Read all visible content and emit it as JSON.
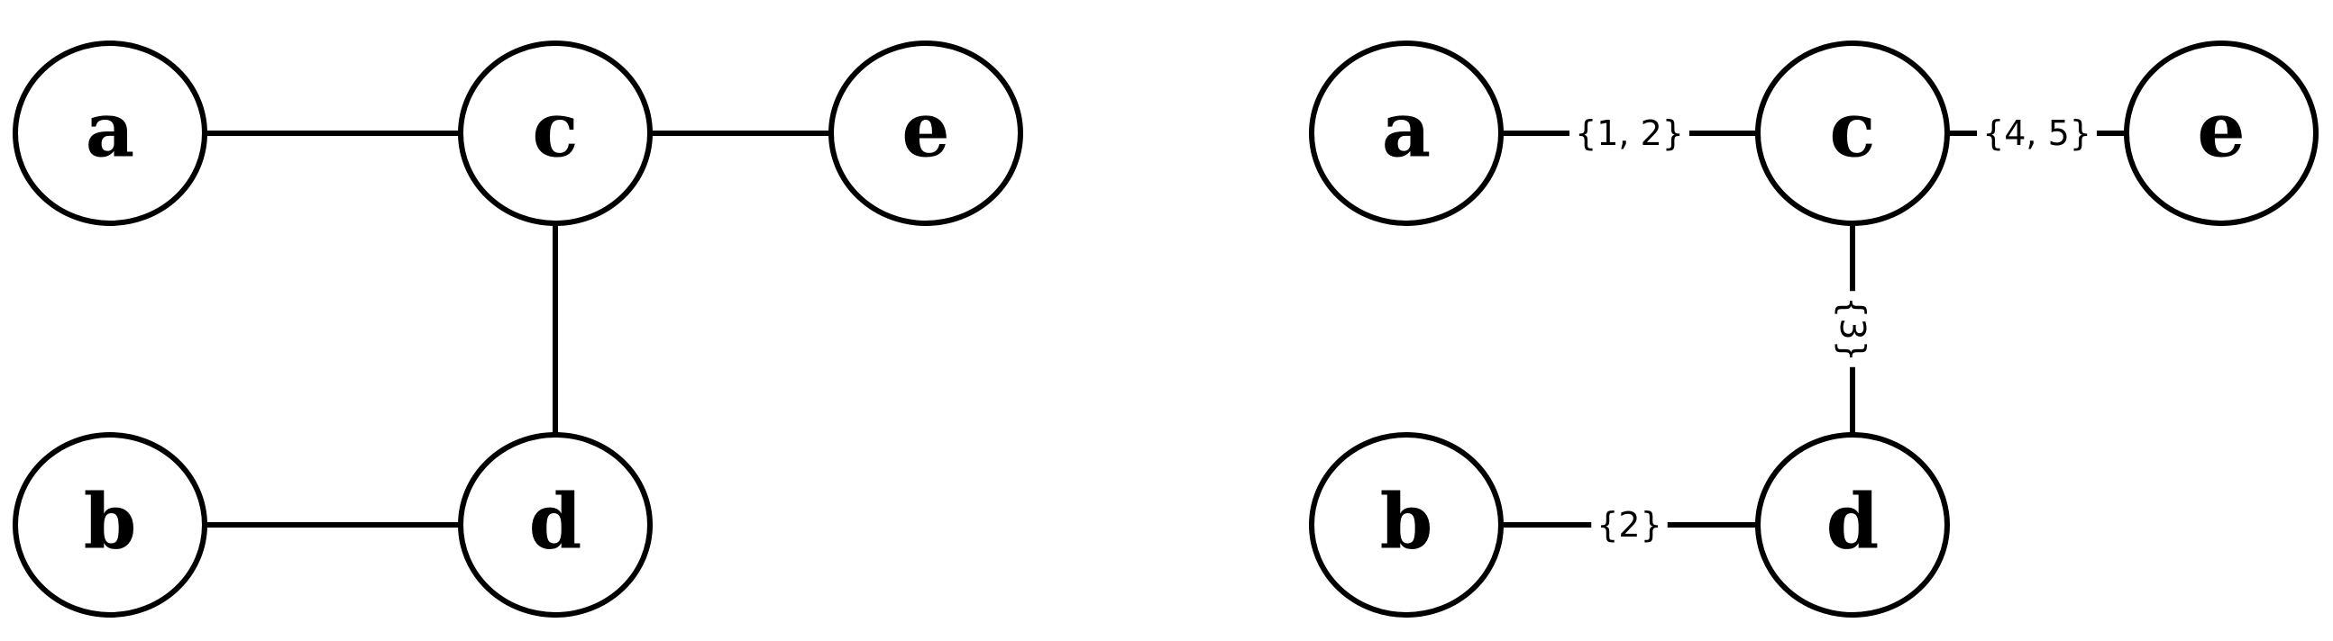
{
  "graphs": [
    {
      "id": "left",
      "nodes": [
        {
          "id": "a",
          "label": "a"
        },
        {
          "id": "b",
          "label": "b"
        },
        {
          "id": "c",
          "label": "c"
        },
        {
          "id": "d",
          "label": "d"
        },
        {
          "id": "e",
          "label": "e"
        }
      ],
      "edges": [
        {
          "from": "a",
          "to": "c",
          "label": ""
        },
        {
          "from": "c",
          "to": "e",
          "label": ""
        },
        {
          "from": "c",
          "to": "d",
          "label": ""
        },
        {
          "from": "b",
          "to": "d",
          "label": ""
        }
      ]
    },
    {
      "id": "right",
      "nodes": [
        {
          "id": "a",
          "label": "a"
        },
        {
          "id": "b",
          "label": "b"
        },
        {
          "id": "c",
          "label": "c"
        },
        {
          "id": "d",
          "label": "d"
        },
        {
          "id": "e",
          "label": "e"
        }
      ],
      "edges": [
        {
          "from": "a",
          "to": "c",
          "label": "{1, 2}"
        },
        {
          "from": "c",
          "to": "e",
          "label": "{4, 5}"
        },
        {
          "from": "c",
          "to": "d",
          "label": "{3}"
        },
        {
          "from": "b",
          "to": "d",
          "label": "{2}"
        }
      ]
    }
  ]
}
